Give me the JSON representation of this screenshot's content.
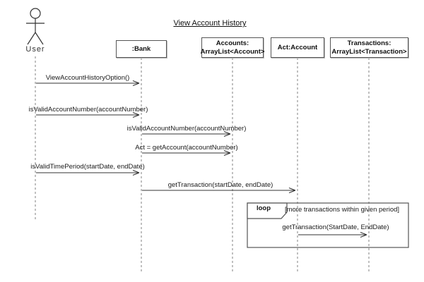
{
  "diagram": {
    "title": "View Account History",
    "actor": {
      "label": "User"
    },
    "lifelines": [
      {
        "id": "bank",
        "label": ":Bank"
      },
      {
        "id": "accounts",
        "label": "Accounts:\nArrayList<Account>"
      },
      {
        "id": "act",
        "label": "Act:Account"
      },
      {
        "id": "transactions",
        "label": "Transactions:\nArrayList<Transaction>"
      }
    ],
    "messages": [
      {
        "label": "ViewAccountHistoryOption()",
        "from": "User",
        "to": ":Bank"
      },
      {
        "label": "isValidAccountNumber(accountNumber)",
        "from": "User",
        "to": ":Bank"
      },
      {
        "label": "isValidAccountNumber(accountNumber)",
        "from": ":Bank",
        "to": "Accounts:ArrayList<Account>"
      },
      {
        "label": "Act = getAccount(accountNumber)",
        "from": ":Bank",
        "to": "Accounts:ArrayList<Account>"
      },
      {
        "label": "isValidTimePeriod(startDate, endDate)",
        "from": "User",
        "to": ":Bank"
      },
      {
        "label": "getTransaction(startDate, endDate)",
        "from": ":Bank",
        "to": "Act:Account"
      },
      {
        "label": "getTransaction(StartDate, EndDate)",
        "from": "Act:Account",
        "to": "Transactions:ArrayList<Transaction>"
      }
    ],
    "fragment": {
      "operator": "loop",
      "guard": "[more transactions within given period]"
    },
    "colors": {
      "background": "#ffffff",
      "line": "#333333",
      "lifeline": "#808080",
      "box_border": "#555555",
      "text": "#1a1a1a"
    }
  }
}
